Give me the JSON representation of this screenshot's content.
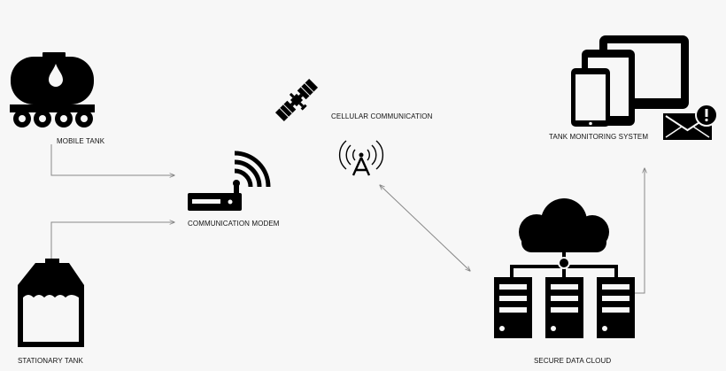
{
  "labels": {
    "mobile_tank": "MOBILE TANK",
    "stationary_tank": "STATIONARY TANK",
    "communication_modem": "COMMUNICATION MODEM",
    "cellular_communication": "CELLULAR COMMUNICATION",
    "tank_monitoring_system": "TANK MONITORING SYSTEM",
    "secure_data_cloud": "SECURE DATA CLOUD"
  },
  "colors": {
    "background": "#f7f7f7",
    "icon": "#000000",
    "connector": "#888888",
    "text": "#111111"
  },
  "icons": [
    "tanker-truck-icon",
    "stationary-tank-icon",
    "modem-icon",
    "satellite-icon",
    "cell-tower-icon",
    "devices-icon",
    "email-alert-icon",
    "cloud-server-icon"
  ]
}
